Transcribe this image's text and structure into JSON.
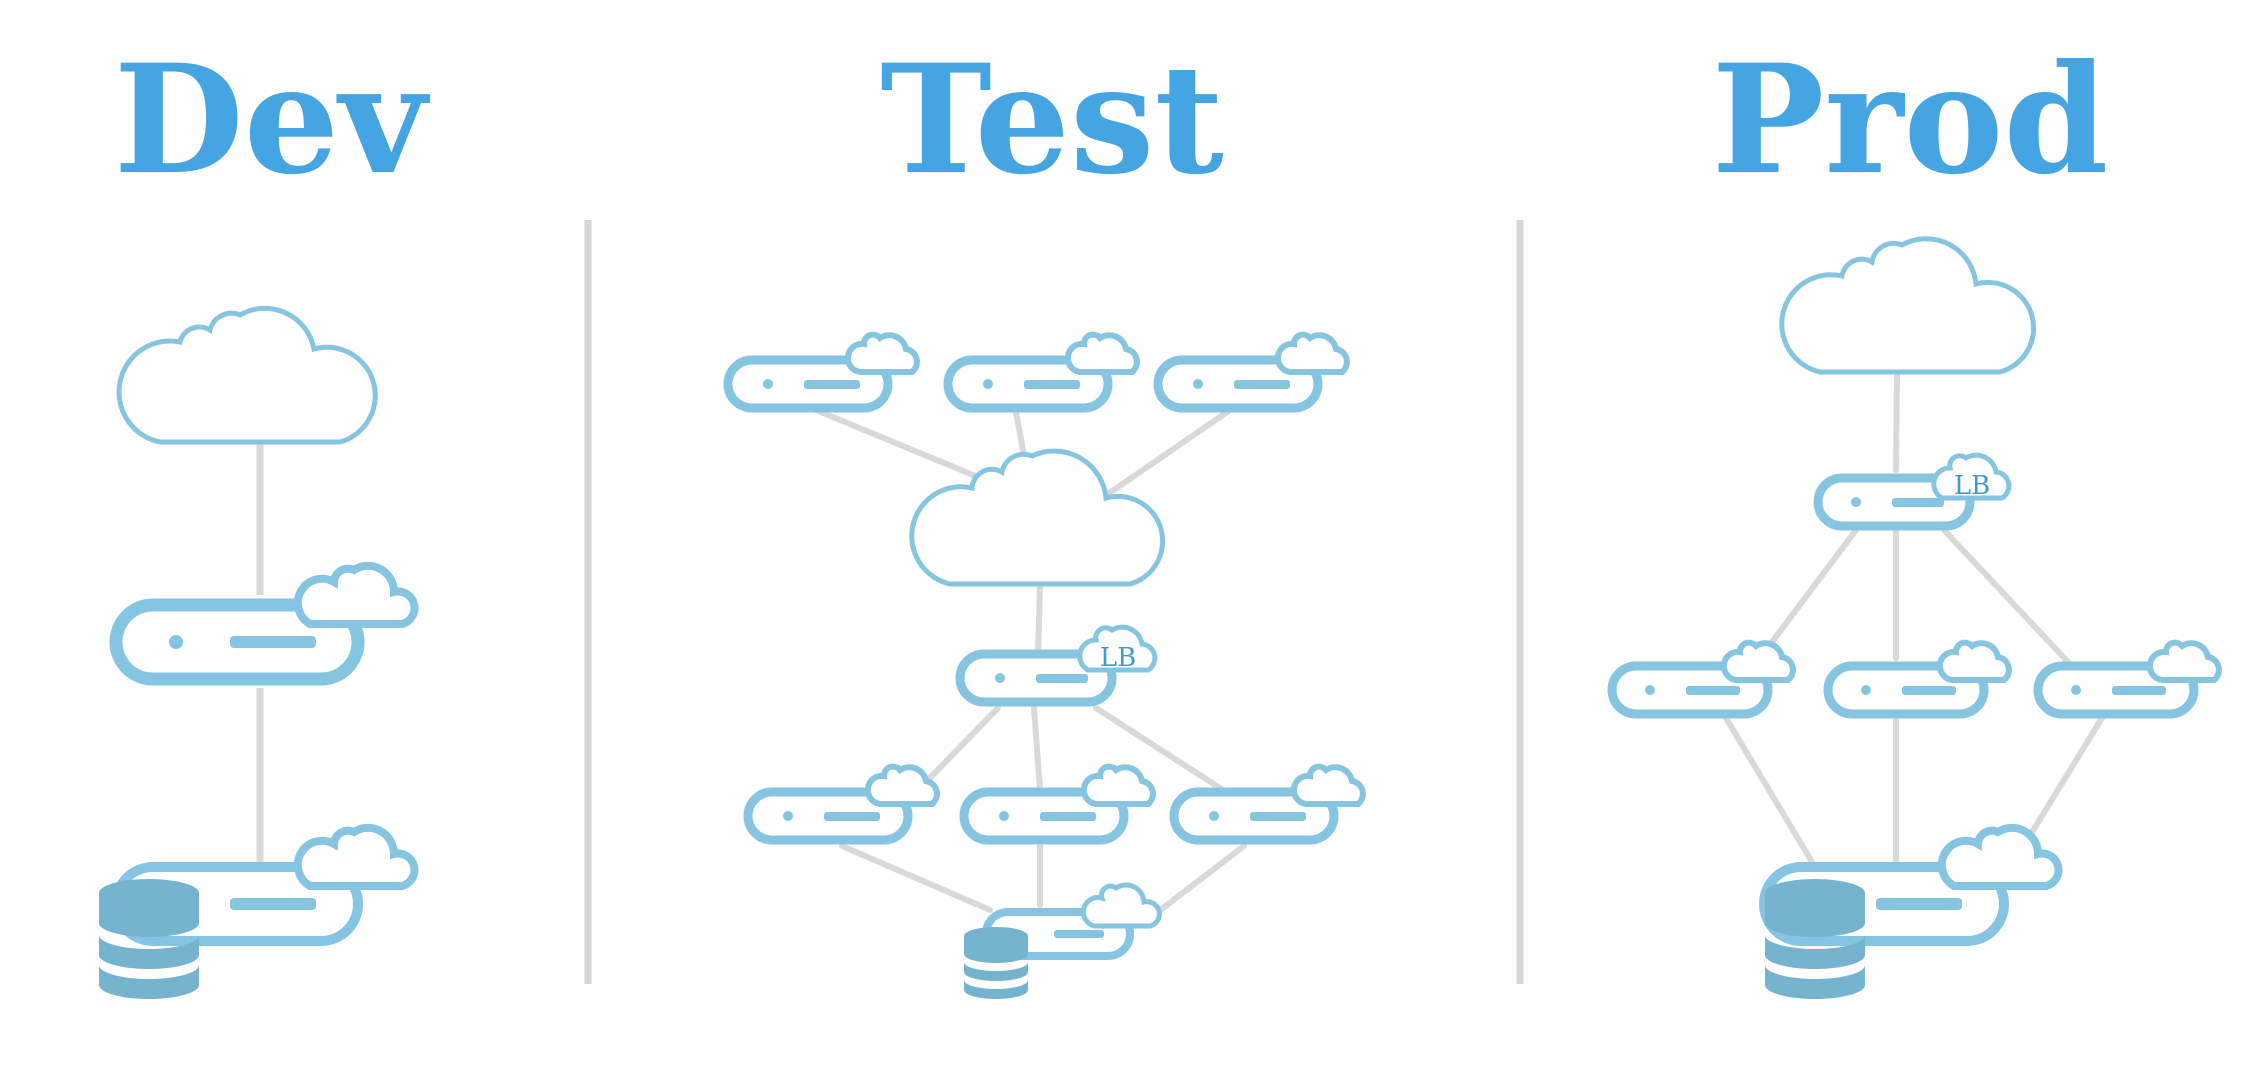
{
  "colors": {
    "title": "#45a5e2",
    "icon": "#86c5e1",
    "database": "#76b3ce",
    "connector": "#d9d9d9",
    "divider": "#d6d6d6",
    "lb_text": "#3f9ad0"
  },
  "columns": [
    {
      "title": "Dev"
    },
    {
      "title": "Test",
      "lb_label": "LB"
    },
    {
      "title": "Prod",
      "lb_label": "LB"
    }
  ]
}
